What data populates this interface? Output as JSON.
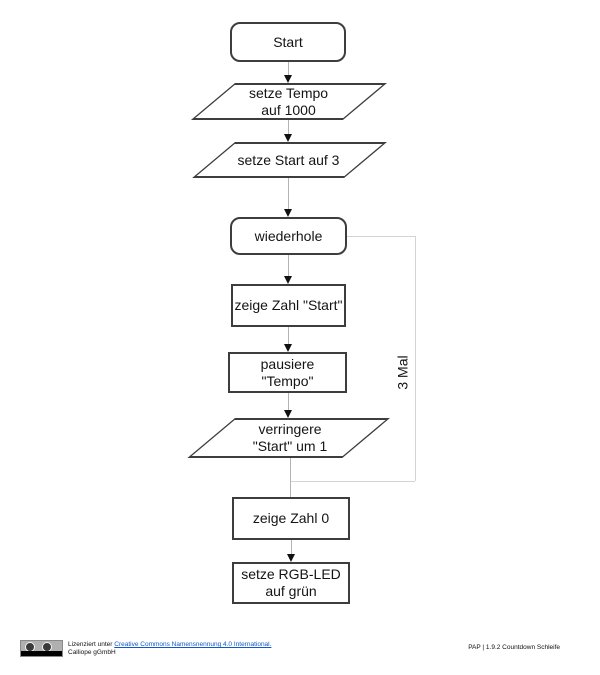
{
  "colors": {
    "border": "#3d3d3d",
    "connector": "#b3b3b3",
    "loop_line": "#d4d4d4",
    "arrow": "#111111",
    "text": "#141414",
    "link": "#1155cc"
  },
  "flowchart": {
    "start": {
      "label": "Start"
    },
    "set_tempo": {
      "line1": "setze Tempo",
      "line2": "auf 1000"
    },
    "set_start": {
      "label": "setze Start auf 3"
    },
    "loop": {
      "label": "wiederhole",
      "count_label": "3 Mal"
    },
    "show_start": {
      "label": "zeige Zahl \"Start\""
    },
    "pause": {
      "line1": "pausiere",
      "line2": "\"Tempo\""
    },
    "decrement": {
      "line1": "verringere",
      "line2": "\"Start\" um 1"
    },
    "show_zero": {
      "label": "zeige Zahl 0"
    },
    "set_led": {
      "line1": "setze RGB-LED",
      "line2": "auf grün"
    }
  },
  "footer": {
    "license_prefix": "Lizenziert unter ",
    "license_link": "Creative Commons Namensnennung 4.0 International.",
    "license_owner": "Calliope gGmbH",
    "doc_ref": "PAP | 1.9.2 Countdown Schleife"
  }
}
